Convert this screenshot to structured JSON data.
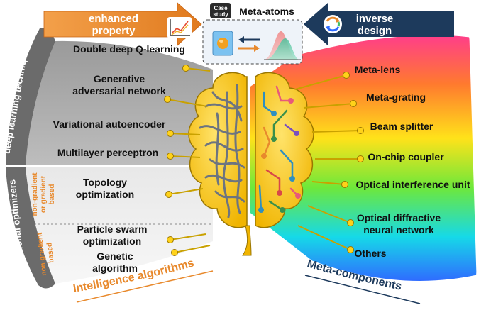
{
  "header": {
    "left_arrow_label": [
      "enhanced",
      "property"
    ],
    "case_study_badge": [
      "Case",
      "study"
    ],
    "case_study_title": "Meta-atoms",
    "right_arrow_label": [
      "inverse",
      "design"
    ]
  },
  "left_panel": {
    "band_dl_label": "deep learning techniques",
    "band_opt_label": "traditional  optimizers",
    "deep_learning_items": [
      [
        "Double deep Q-learning"
      ],
      [
        "Generative",
        "adversarial network"
      ],
      [
        "Variational autoencoder"
      ],
      [
        "Multilayer perceptron"
      ]
    ],
    "gradient_tag": [
      "non-gradient",
      "or gradient",
      "based"
    ],
    "nongradient_tag": [
      "non-gradient",
      "based"
    ],
    "optimizer_items": [
      [
        "Topology",
        "optimization"
      ],
      [
        "Particle swarm",
        "optimization"
      ],
      [
        "Genetic",
        "algorithm"
      ]
    ],
    "footer_label": "Intelligence algorithms"
  },
  "right_panel": {
    "items": [
      [
        "Meta-lens"
      ],
      [
        "Meta-grating"
      ],
      [
        "Beam splitter"
      ],
      [
        "On-chip coupler"
      ],
      [
        "Optical interference unit"
      ],
      [
        "Optical diffractive",
        "neural network"
      ],
      [
        "Others"
      ]
    ],
    "footer_label": "Meta-components"
  },
  "colors": {
    "orange_accent": "#e8892c",
    "navy_accent": "#1d3a5c",
    "brain_yellow": "#f5c21a",
    "gray_band": "#6b6b6b",
    "panel_gray": "#a9a9a9"
  }
}
